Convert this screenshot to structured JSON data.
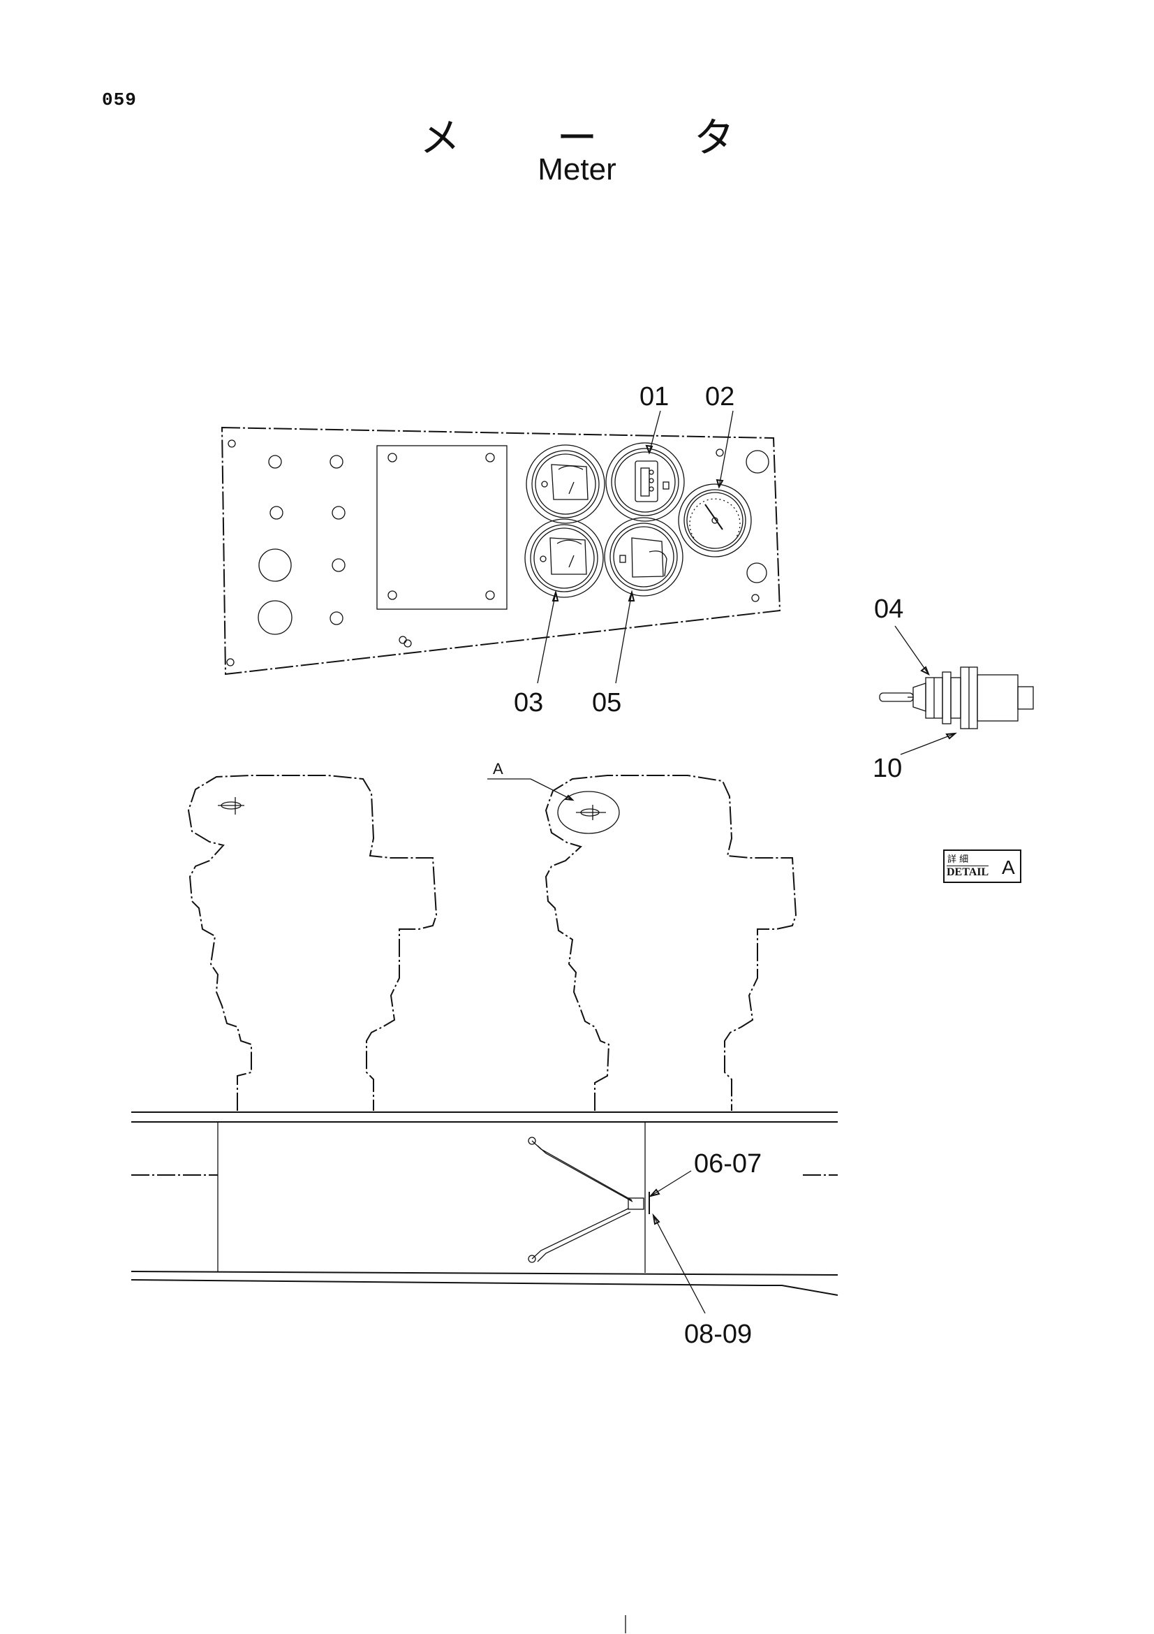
{
  "page_number": "059",
  "title_jp": "メ ー タ",
  "title_en": "Meter",
  "callouts": {
    "c01": "01",
    "c02": "02",
    "c03": "03",
    "c04": "04",
    "c05": "05",
    "c06_07": "06-07",
    "c08_09": "08-09",
    "c10": "10",
    "detail_marker": "A"
  },
  "detail_label": {
    "jp": "詳 細",
    "en": "DETAIL",
    "letter": "A"
  }
}
